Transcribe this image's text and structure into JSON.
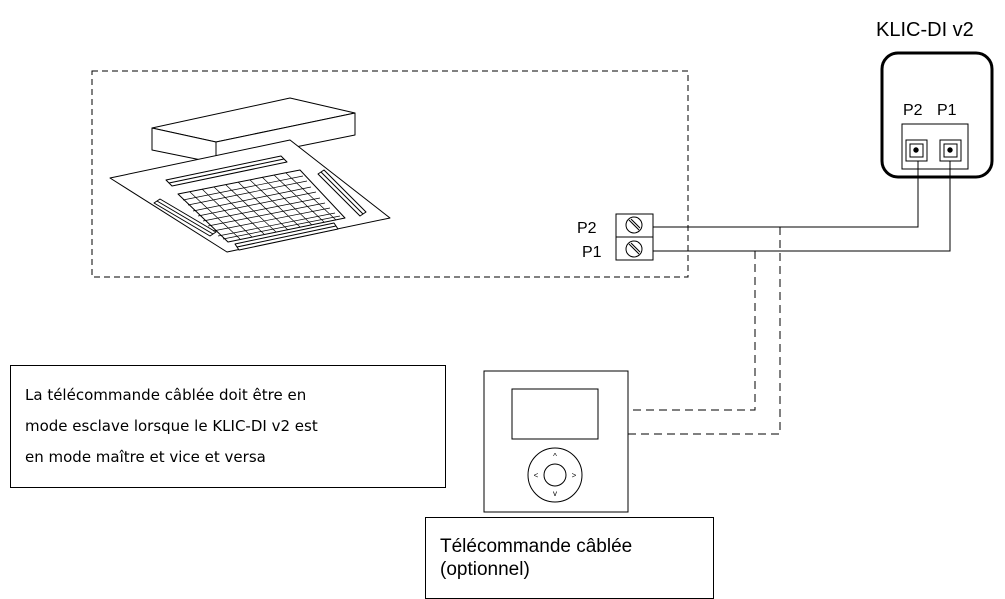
{
  "gateway": {
    "title": "KLIC-DI v2",
    "terminal_labels": [
      "P2",
      "P1"
    ]
  },
  "indoor_unit": {
    "terminal_labels": [
      "P2",
      "P1"
    ]
  },
  "note": {
    "lines": [
      "La télécommande câblée doit être en",
      "mode esclave lorsque le KLIC-DI v2 est",
      "en mode maître et vice et versa"
    ]
  },
  "remote_caption": {
    "lines": [
      "Télécommande câblée",
      "(optionnel)"
    ]
  },
  "remote_keypad": {
    "arrows": [
      "^",
      "<",
      ">",
      "v"
    ]
  },
  "colors": {
    "line": "#000000",
    "background": "#ffffff"
  }
}
